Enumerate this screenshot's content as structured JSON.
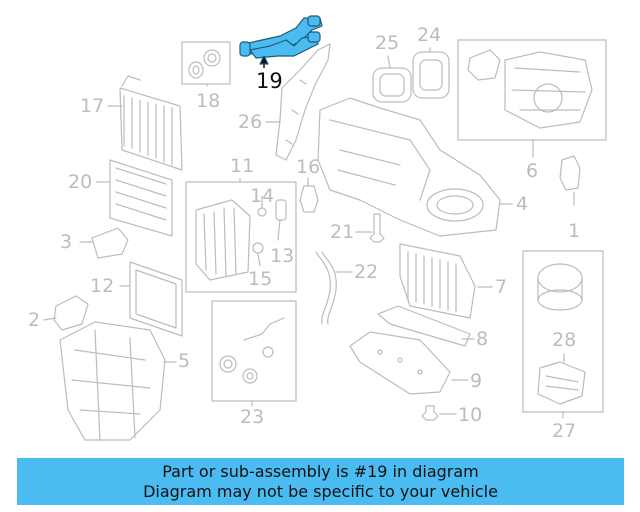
{
  "labels": {
    "p1": "1",
    "p2": "2",
    "p3": "3",
    "p4": "4",
    "p5": "5",
    "p6": "6",
    "p7": "7",
    "p8": "8",
    "p9": "9",
    "p10": "10",
    "p11": "11",
    "p12": "12",
    "p13": "13",
    "p14": "14",
    "p15": "15",
    "p16": "16",
    "p17": "17",
    "p18": "18",
    "p19": "19",
    "p20": "20",
    "p21": "21",
    "p22": "22",
    "p23": "23",
    "p24": "24",
    "p25": "25",
    "p26": "26",
    "p27": "27",
    "p28": "28"
  },
  "highlight_part": "19",
  "colors": {
    "highlight": "#4bbcf1",
    "line": "#b9bcc1",
    "banner": "#4bbcf1"
  },
  "banner": {
    "line1": "Part or sub-assembly is #19 in diagram",
    "line2": "Diagram may not be specific to your vehicle"
  }
}
